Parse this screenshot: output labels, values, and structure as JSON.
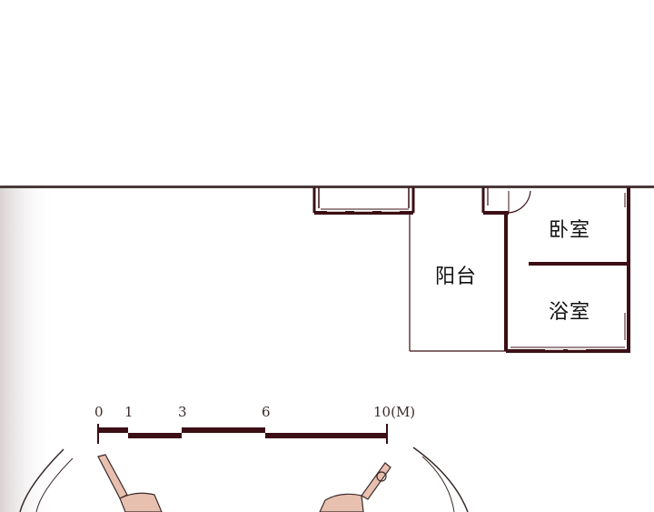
{
  "floor_plan": {
    "rooms": {
      "balcony": "阳台",
      "bedroom": "卧室",
      "bathroom": "浴室"
    },
    "scale_bar": {
      "ticks": [
        "0",
        "1",
        "3",
        "6",
        "10(M)"
      ]
    }
  },
  "colors": {
    "wall": "#3b0f15",
    "panel_border": "#4a3a3a",
    "skin": "#e8c0b0"
  }
}
